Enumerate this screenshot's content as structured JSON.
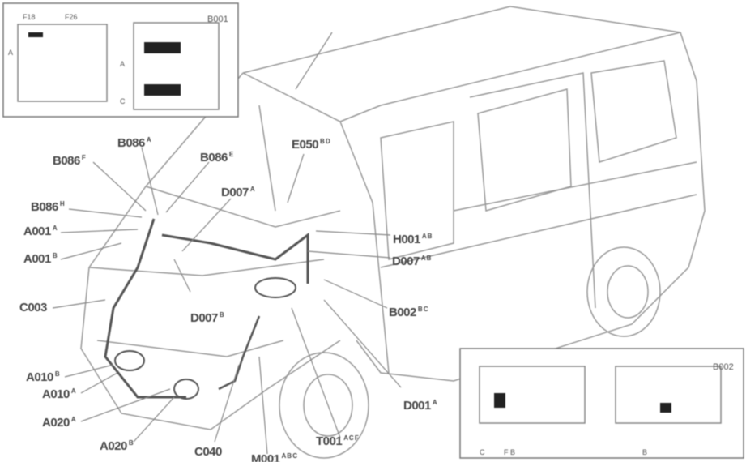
{
  "callouts": [
    {
      "code": "B086",
      "sup": "A"
    },
    {
      "code": "B086",
      "sup": "F"
    },
    {
      "code": "B086",
      "sup": "E"
    },
    {
      "code": "D007",
      "sup": "A"
    },
    {
      "code": "B086",
      "sup": "H"
    },
    {
      "code": "A001",
      "sup": "A"
    },
    {
      "code": "A001",
      "sup": "B"
    },
    {
      "code": "C003",
      "sup": ""
    },
    {
      "code": "D007",
      "sup": "B"
    },
    {
      "code": "E050",
      "sup": "B D"
    },
    {
      "code": "H001",
      "sup": "A B"
    },
    {
      "code": "D007",
      "sup": "A B"
    },
    {
      "code": "B002",
      "sup": "B C"
    },
    {
      "code": "D001",
      "sup": "A"
    },
    {
      "code": "A010",
      "sup": "B"
    },
    {
      "code": "A010",
      "sup": "A"
    },
    {
      "code": "A020",
      "sup": "A"
    },
    {
      "code": "A020",
      "sup": "B"
    },
    {
      "code": "C040",
      "sup": ""
    },
    {
      "code": "M001",
      "sup": "A B C"
    },
    {
      "code": "T001",
      "sup": "A C F"
    }
  ],
  "inset_top_left": {
    "labels": [
      "F18",
      "F26",
      "B001",
      "A",
      "C",
      "A"
    ]
  },
  "inset_bottom_right": {
    "labels": [
      "B002",
      "C",
      "F B",
      "B"
    ]
  }
}
